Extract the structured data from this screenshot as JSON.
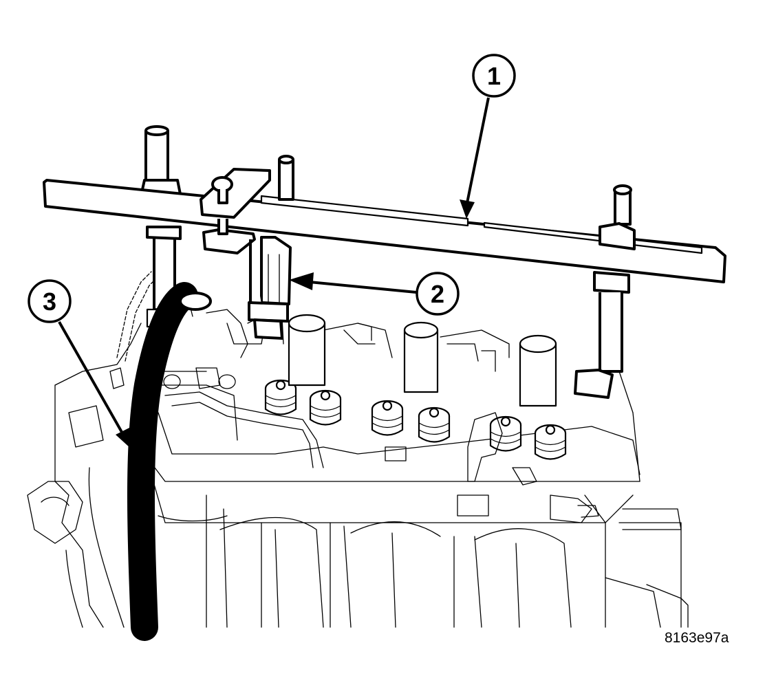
{
  "figure_id": "8163e97a",
  "callouts": [
    {
      "label": "1"
    },
    {
      "label": "2"
    },
    {
      "label": "3"
    }
  ],
  "colors": {
    "ink": "#000000",
    "paper": "#ffffff"
  }
}
